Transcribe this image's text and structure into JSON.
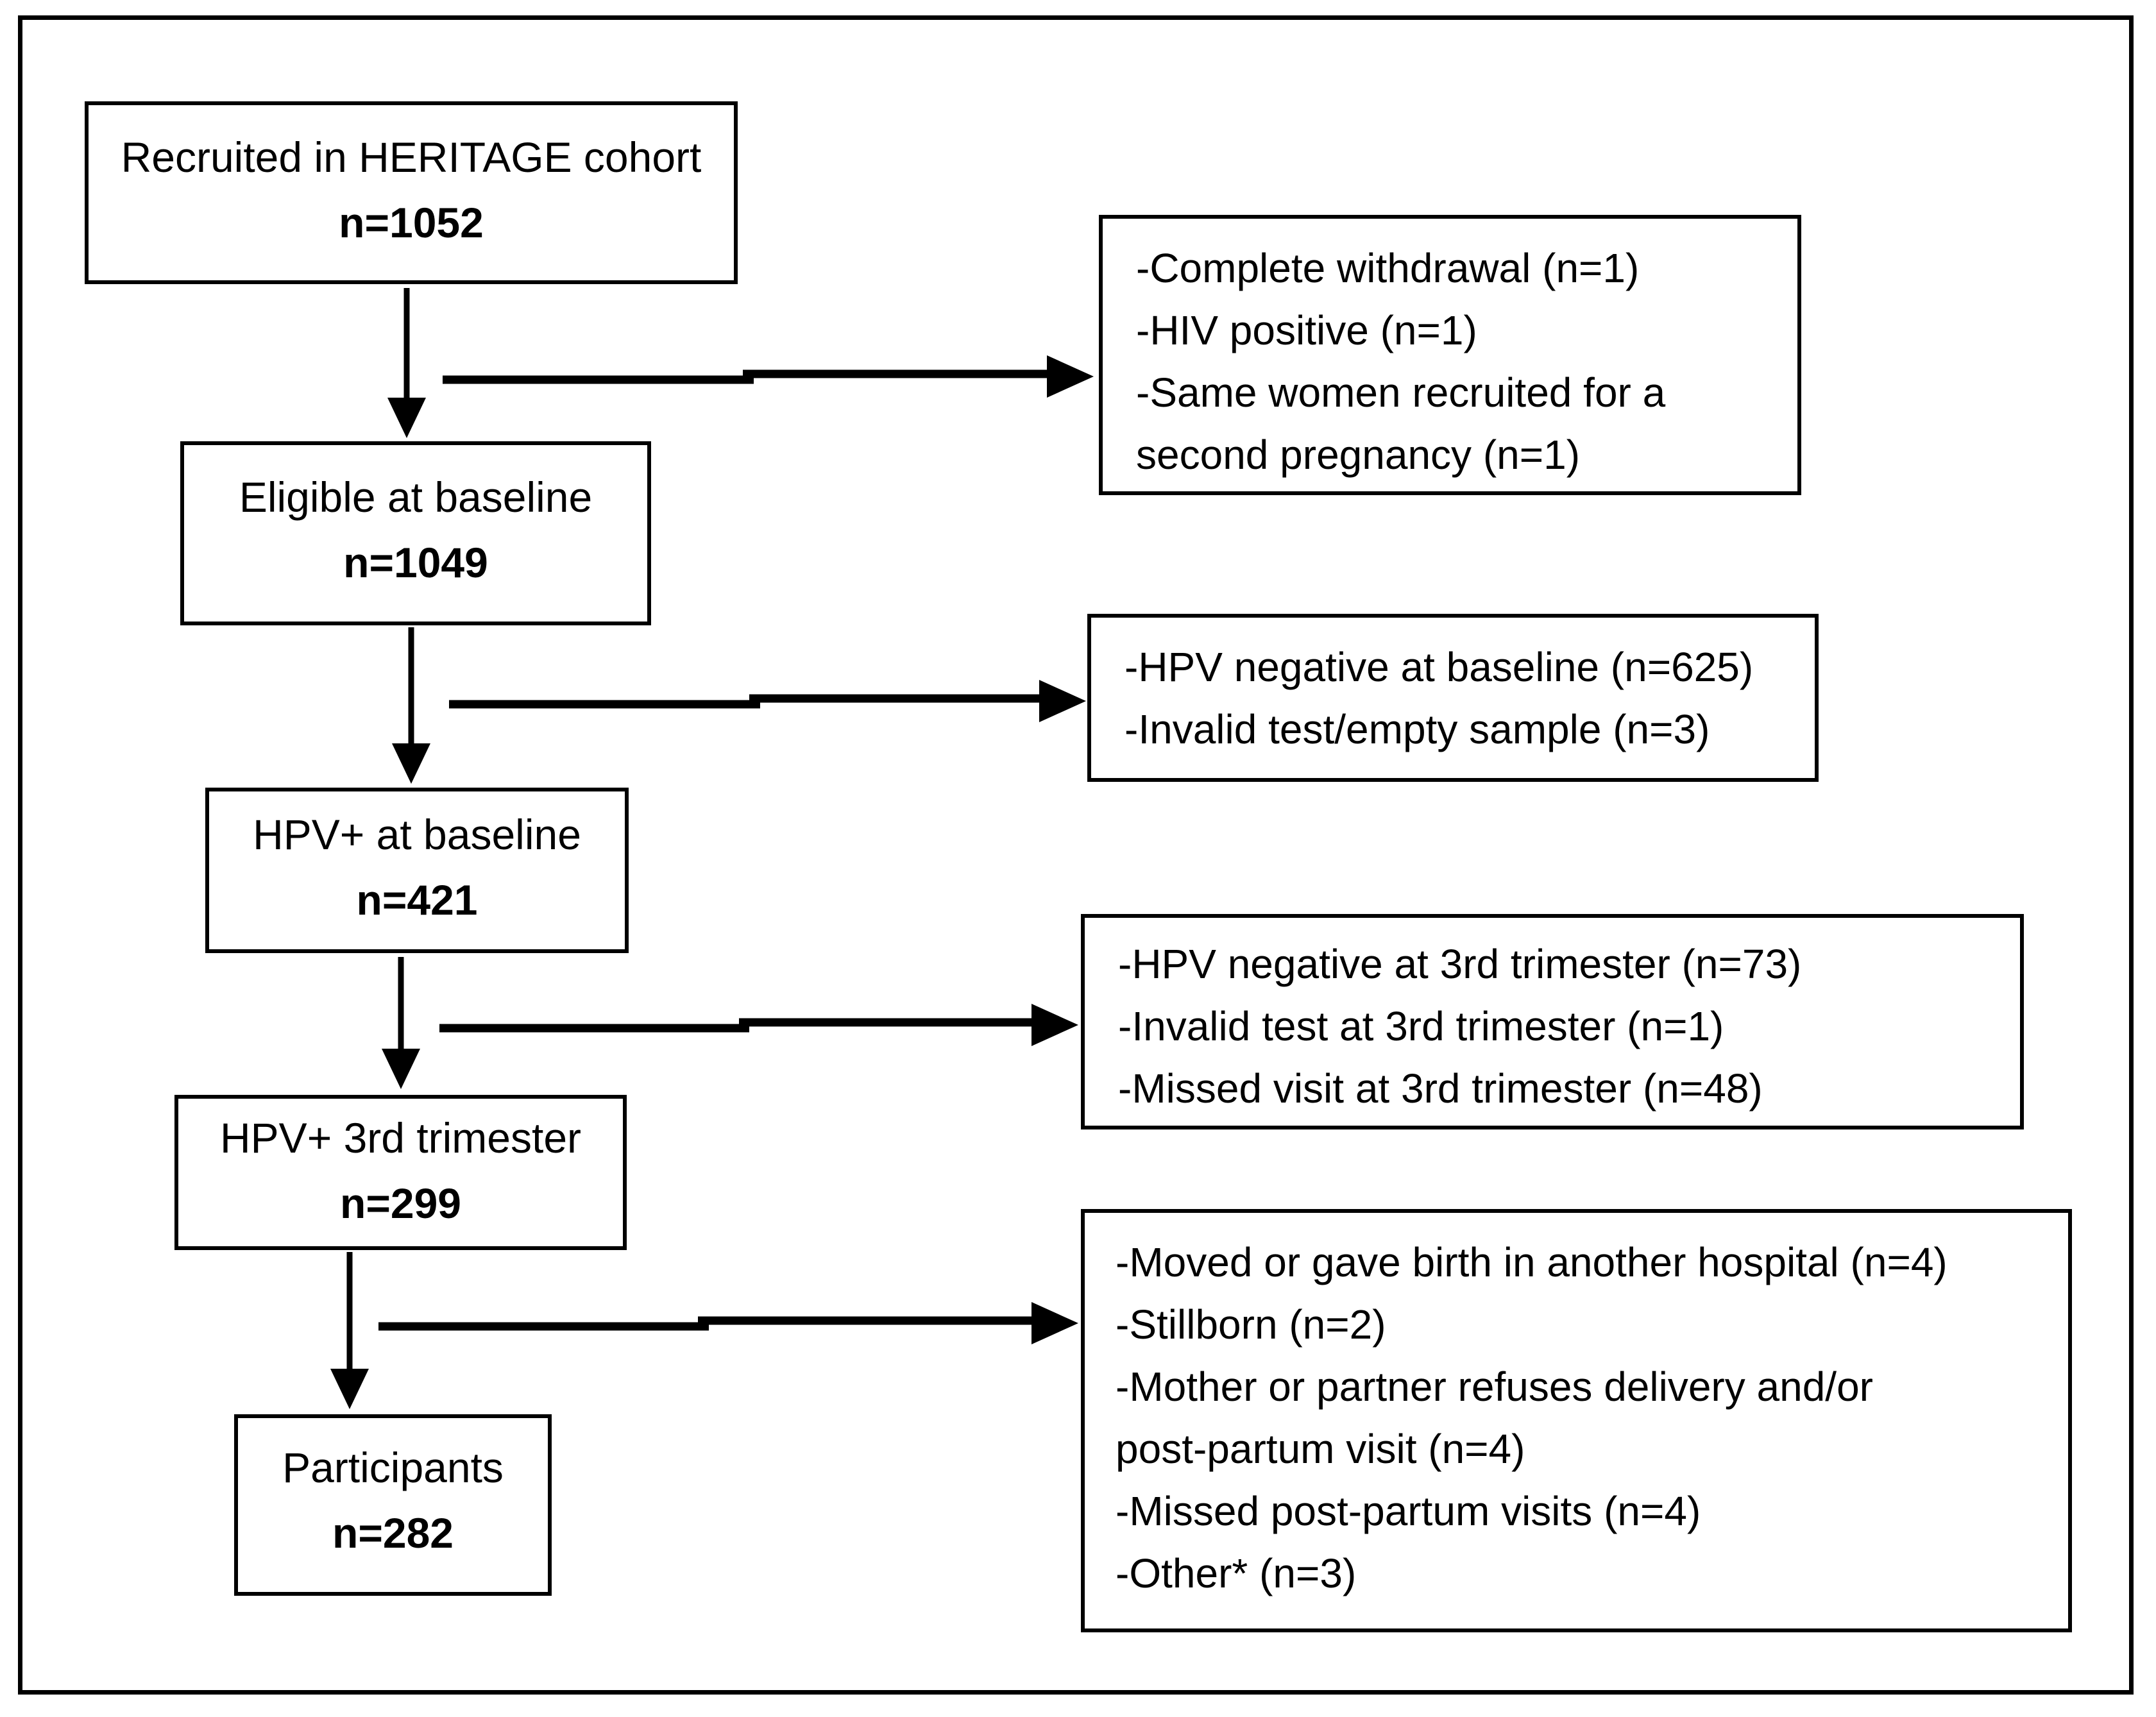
{
  "figure": {
    "background_color": "#ffffff",
    "line_color": "#000000",
    "text_color": "#000000"
  },
  "flow": [
    {
      "label": "Recruited in HERITAGE cohort",
      "count": "n=1052"
    },
    {
      "label": "Eligible at baseline",
      "count": "n=1049"
    },
    {
      "label": "HPV+ at baseline",
      "count": "n=421"
    },
    {
      "label": "HPV+ 3rd trimester",
      "count": "n=299"
    },
    {
      "label": "Participants",
      "count": "n=282"
    }
  ],
  "exclusions": [
    {
      "lines": [
        "-Complete withdrawal (n=1)",
        "-HIV positive (n=1)",
        "-Same women recruited for a",
        "second pregnancy (n=1)"
      ]
    },
    {
      "lines": [
        "-HPV negative at baseline (n=625)",
        "-Invalid test/empty sample (n=3)"
      ]
    },
    {
      "lines": [
        "-HPV negative at 3rd trimester (n=73)",
        "-Invalid test at 3rd trimester (n=1)",
        "-Missed visit at 3rd trimester (n=48)"
      ]
    },
    {
      "lines": [
        "-Moved or gave birth in another hospital (n=4)",
        "-Stillborn (n=2)",
        "-Mother or partner refuses delivery and/or",
        "post-partum visit (n=4)",
        "-Missed post-partum visits (n=4)",
        "-Other* (n=3)"
      ]
    }
  ]
}
